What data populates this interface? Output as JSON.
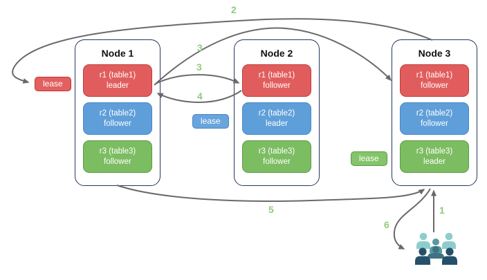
{
  "nodes": [
    {
      "title": "Node 1",
      "replicas": [
        {
          "name": "r1 (table1)",
          "role": "leader"
        },
        {
          "name": "r2 (table2)",
          "role": "follower"
        },
        {
          "name": "r3 (table3)",
          "role": "follower"
        }
      ]
    },
    {
      "title": "Node 2",
      "replicas": [
        {
          "name": "r1 (table1)",
          "role": "follower"
        },
        {
          "name": "r2 (table2)",
          "role": "leader"
        },
        {
          "name": "r3 (table3)",
          "role": "follower"
        }
      ]
    },
    {
      "title": "Node 3",
      "replicas": [
        {
          "name": "r1 (table1)",
          "role": "follower"
        },
        {
          "name": "r2 (table2)",
          "role": "follower"
        },
        {
          "name": "r3 (table3)",
          "role": "leader"
        }
      ]
    }
  ],
  "leases": [
    {
      "label": "lease",
      "color": "#e26060"
    },
    {
      "label": "lease",
      "color": "#69a4dc"
    },
    {
      "label": "lease",
      "color": "#84c46a"
    }
  ],
  "steps": [
    "2",
    "3",
    "3",
    "4",
    "5",
    "6",
    "1"
  ],
  "colors": {
    "replica_red": "#e15d5d",
    "replica_blue": "#5f9fd9",
    "replica_green": "#7cbd62",
    "node_border": "#24365c",
    "arrow": "#696969",
    "step_label": "#92c97d",
    "users_light": "#8ecdcd",
    "users_medium": "#579aa1",
    "users_slate": "#3f7282",
    "users_dark": "#25506a"
  },
  "icons": {
    "users": "users-icon"
  }
}
